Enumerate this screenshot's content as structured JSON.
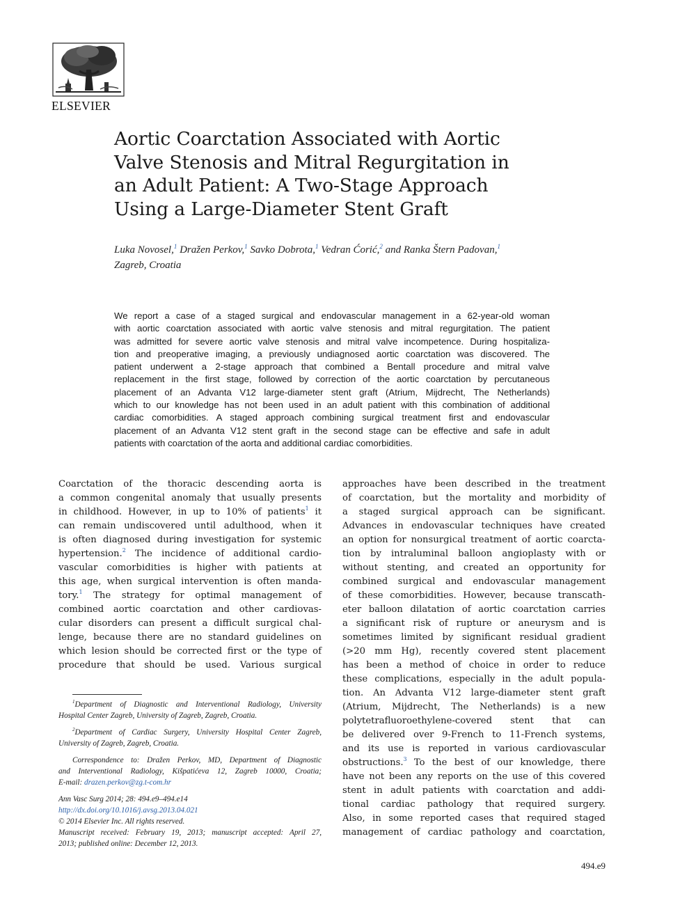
{
  "publisher": {
    "logo_word": "ELSEVIER",
    "logo_icon": "elsevier-tree-icon"
  },
  "title_lines": [
    "Aortic Coarctation Associated with Aortic",
    "Valve Stenosis and Mitral Regurgitation in",
    "an Adult Patient: A Two-Stage Approach",
    "Using a Large-Diameter Stent Graft"
  ],
  "authors": {
    "a1": "Luka Novosel,",
    "a1_sup": "1",
    "a2": " Dražen Perkov,",
    "a2_sup": "1",
    "a3": " Savko Dobrota,",
    "a3_sup": "1",
    "a4": " Vedran Ćorić,",
    "a4_sup": "2",
    "a5": " and Ranka Štern Padovan,",
    "a5_sup": "1",
    "location": "Zagreb, Croatia"
  },
  "abstract_lines": [
    "We report a case of a staged surgical and endovascular management in a 62-year-old woman",
    "with aortic coarctation associated with aortic valve stenosis and mitral regurgitation. The patient",
    "was admitted for severe aortic valve stenosis and mitral valve incompetence. During hospitaliza-",
    "tion and preoperative imaging, a previously undiagnosed aortic coarctation was discovered. The",
    "patient underwent a 2-stage approach that combined a Bentall procedure and mitral valve",
    "replacement in the first stage, followed by correction of the aortic coarctation by percutaneous",
    "placement of an Advanta V12 large-diameter stent graft (Atrium, Mijdrecht, The Netherlands)",
    "which to our knowledge has not been used in an adult patient with this combination of additional",
    "cardiac comorbidities. A staged approach combining surgical treatment first and endovascular",
    "placement of an Advanta V12 stent graft in the second stage can be effective and safe in adult",
    "patients with coarctation of the aorta and additional cardiac comorbidities."
  ],
  "left_column": {
    "l1": "Coarctation of the thoracic descending aorta is",
    "l2": "a common congenital anomaly that usually presents",
    "l3a": "in childhood. However, in up to 10% of patients",
    "l3_sup": "1",
    "l3b": " it",
    "l4": "can remain undiscovered until adulthood, when it",
    "l5": "is often diagnosed during investigation for systemic",
    "l6a": "hypertension.",
    "l6_sup": "2",
    "l6b": " The incidence of additional cardio-",
    "l7": "vascular comorbidities is higher with patients at",
    "l8": "this age, when surgical intervention is often manda-",
    "l9a": "tory.",
    "l9_sup": "1",
    "l9b": " The strategy for optimal management of",
    "l10": "combined aortic coarctation and other cardiovas-",
    "l11": "cular disorders can present a difficult surgical chal-",
    "l12": "lenge, because there are no standard guidelines on",
    "l13": "which lesion should be corrected first or the type of",
    "l14": "procedure that should be used. Various surgical"
  },
  "right_column": {
    "r1": "approaches have been described in the treatment",
    "r2": "of coarctation, but the mortality and morbidity of",
    "r3": "a staged surgical approach can be significant.",
    "r4": "Advances in endovascular techniques have created",
    "r5": "an option for nonsurgical treatment of aortic coarcta-",
    "r6": "tion by intraluminal balloon angioplasty with or",
    "r7": "without stenting, and created an opportunity for",
    "r8": "combined surgical and endovascular management",
    "r9": "of these comorbidities. However, because transcath-",
    "r10": "eter balloon dilatation of aortic coarctation carries",
    "r11": "a significant risk of rupture or aneurysm and is",
    "r12": "sometimes limited by significant residual gradient",
    "r13": "(>20 mm Hg), recently covered stent placement",
    "r14": "has been a method of choice in order to reduce",
    "r15": "these complications, especially in the adult popula-",
    "r16": "tion. An Advanta V12 large-diameter stent graft",
    "r17": "(Atrium, Mijdrecht, The Netherlands) is a new",
    "r18": "polytetrafluoroethylene-covered stent that can",
    "r19": "be delivered over 9-French to 11-French systems,",
    "r20": "and its use is reported in various cardiovascular",
    "r21a": "obstructions.",
    "r21_sup": "3",
    "r21b": " To the best of our knowledge, there",
    "r22": "have not been any reports on the use of this covered",
    "r23": "stent in adult patients with coarctation and addi-",
    "r24": "tional cardiac pathology that required surgery.",
    "r25": "Also, in some reported cases that required staged",
    "r26": "management of cardiac pathology and coarctation,"
  },
  "footnotes": {
    "f1_sup": "1",
    "f1a": "Department of Diagnostic and Interventional Radiology, University",
    "f1b": "Hospital Center Zagreb, University of Zagreb, Zagreb, Croatia.",
    "f2_sup": "2",
    "f2a": "Department of Cardiac Surgery, University Hospital Center Zagreb,",
    "f2b": "University of Zagreb, Zagreb, Croatia.",
    "c1": "Correspondence to: Dražen Perkov, MD, Department of Diagnostic",
    "c2": "and Interventional Radiology, Kišpatićeva 12, Zagreb 10000, Croatia;",
    "c3_label": "E-mail: ",
    "c3_email": "drazen.perkov@zg.t-com.hr",
    "j1": "Ann Vasc Surg 2014; 28: 494.e9–494.e14",
    "j2": "http://dx.doi.org/10.1016/j.avsg.2013.04.021",
    "j3": "© 2014 Elsevier Inc. All rights reserved.",
    "j4": "Manuscript received: February 19, 2013; manuscript accepted: April 27,",
    "j5": "2013; published online: December 12, 2013."
  },
  "page_number": "494.e9",
  "colors": {
    "link": "#2a5ea8",
    "text": "#1a1a1a"
  }
}
